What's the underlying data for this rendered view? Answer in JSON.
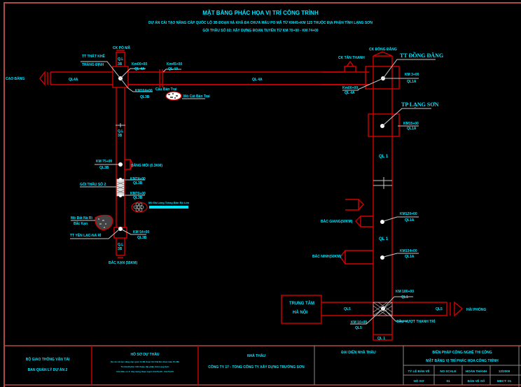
{
  "header": {
    "title": "MẶT BẰNG PHÁC HỌA VỊ TRÍ CÔNG TRÌNH",
    "subtitle_1": "DỰ ÁN CẢI TẠO NÂNG CẤP QUỐC LỘ 3B ĐOẠN XÁ KHĂ ĐA CHƯA MẤU PO MÃ TỪ KM45+KM 123 THUỘC ĐỊA PHẬN TỈNH LẠNG SƠN",
    "subtitle_2": "GÓI THẦU SỐ 02: XÂY DỰNG ĐOẠN TUYẾN TỪ KM 70+00 - KM 74+00"
  },
  "labels": {
    "cao_bang": "CAO BẰNG",
    "cua_khau_po_ma": "CK PÒ MÃ",
    "tt_that_khe_1": "TT THẤT KHÊ",
    "tt_that_khe_2": "TRÀNG ĐỊNH",
    "ql4a_left": "QL4A",
    "ql4a_mid": "QL 4A",
    "km_that_khe": "Km00+00",
    "km_that_khe_road": "QL 4A",
    "km45": "Km45+00",
    "km45_road": "QL 4A",
    "km104": "KM104+00",
    "km104_road": "QL3B",
    "ql3b_top_1": "Q.L",
    "ql3b_top_2": "3B",
    "ql3b_upper_1": "Q.L",
    "ql3b_upper_2": "3B",
    "ql3b_lower_1": "Q.L",
    "ql3b_lower_2": "3B",
    "bridge_left": "Cầu Bản Trại",
    "bridge_label": "Mỏ Cát Bản Trại",
    "km75": "KM 75+00",
    "km75_road": "QL3B",
    "bang_moi": "BẰNG MÓI (0.3KM)",
    "goi_thau": "GÓI THẦU SỐ 2",
    "km74": "KM74+00",
    "km74_road": "QL3B",
    "km70": "KM70+00",
    "km70_road": "QL3B",
    "quarry": "Mỏ Đá Làng Tráng Bản Bò Lim",
    "mine_left_1": "Mỏ Đất Nà Rì",
    "mine_left_2": "Bắc Kạn",
    "tt_yen_lac": "TT YÊN LẠC-NA RÌ",
    "km54": "KM 54+00",
    "km54_road": "QL3B",
    "bac_kan": "BẮC KẠN (55KM)",
    "ck_tan_thanh": "CK TÂN THANH",
    "ck_dong_dang": "CK ĐỒNG ĐĂNG",
    "tt_dong_dang": "TT ĐỒNG ĐĂNG",
    "km3": "KM 3+00",
    "km3_road": "QL1A",
    "km00_ld": "Km00+00",
    "km00_ld_road": "QL 4A",
    "tp_lang_son": "TP LẠNG SƠN",
    "km15": "KM15+00",
    "km15_road": "QL1A",
    "ql1_upper": "QL 1",
    "ql1_mid": "QL 1",
    "bac_giang": "BẮC GIANG(50KM)",
    "km120": "KM120+00",
    "km120_road": "QL1A",
    "bac_ninh": "BẮC NINH(50KM)",
    "km134": "KM134+00",
    "km134_road": "QL1A",
    "trung_tam_1": "TRUNG TÂM",
    "trung_tam_2": "HÀ NỘI",
    "ql5_left": "QL5",
    "ql5_right": "QL5",
    "km180": "KM 180+00",
    "km180_road": "QL1",
    "km10": "KM 10+00",
    "km10_road": "QL5",
    "cau_vuot": "CẦU VƯỢT THANH TRÌ",
    "hai_phong": "HẢI PHÒNG",
    "ql1_bottom": "QL 1"
  },
  "title_block": {
    "owner_1": "BỘ GIAO THÔNG VẬN TẢI",
    "owner_2": "BAN QUẢN LÝ DỰ ÁN 2",
    "bid_title": "HỒ SƠ DỰ THẦU",
    "bid_line_1": "Dự án cải tạo nâng cấp quốc lộ 3B đoạn Xá Khă Đa chưa mấu Pò Mã",
    "bid_line_2": "Từ Km45+Km 123 thuộc địa phận tỉnh Lạng Sơn",
    "bid_line_3": "Gói thầu số 2: Xây dựng đoạn tuyến Km70+00 - Km74+00",
    "contractor_title": "NHÀ THẦU",
    "contractor_name": "CÔNG TY 17 - TỔNG CÔNG TY XÂY DỰNG TRƯỜNG SƠN",
    "rep_title": "ĐẠI DIỆN NHÀ THẦU",
    "drawing_1": "BIỆN PHÁP CÔNG NGHỆ THI CÔNG",
    "drawing_2": "MẶT BẰNG VỊ TRÍ PHÁC HỌA CÔNG TRÌNH",
    "scale_label": "TỶ LỆ BẢN VẼ",
    "scale_value": "NO SCALE",
    "complete_label": "HOÀN THÀNH",
    "complete_value": "12/2009",
    "doc_label": "HỒ SƠ",
    "doc_value": "01",
    "sheet_label": "BẢN VẼ SỐ",
    "sheet_value": "MBCT: 01"
  },
  "colors": {
    "background": "#000000",
    "road": "#d40000",
    "text": "#00e5ff",
    "leader": "#c8c8c8",
    "frame": "#b04848"
  }
}
